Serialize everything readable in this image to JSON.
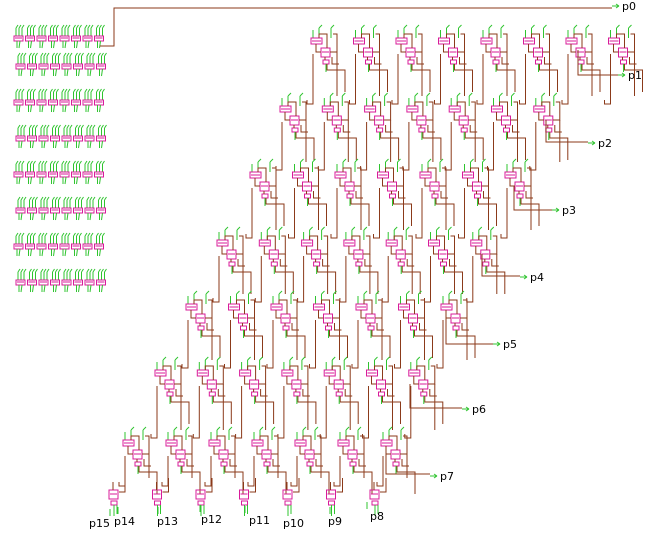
{
  "colors": {
    "background": "#ffffff",
    "wire": "#8b3a1a",
    "gate": "#d81b9a",
    "stub": "#2fc42f",
    "label": "#000000"
  },
  "right_ports": [
    "p0",
    "p1",
    "p2",
    "p3",
    "p4",
    "p5",
    "p6",
    "p7"
  ],
  "bottom_ports": [
    "p15",
    "p14",
    "p13",
    "p12",
    "p11",
    "p10",
    "p9",
    "p8"
  ],
  "module_grid": {
    "rows": 8,
    "cols": 8
  },
  "array_rows": [
    8,
    7,
    7,
    7,
    7,
    7,
    7,
    7
  ]
}
